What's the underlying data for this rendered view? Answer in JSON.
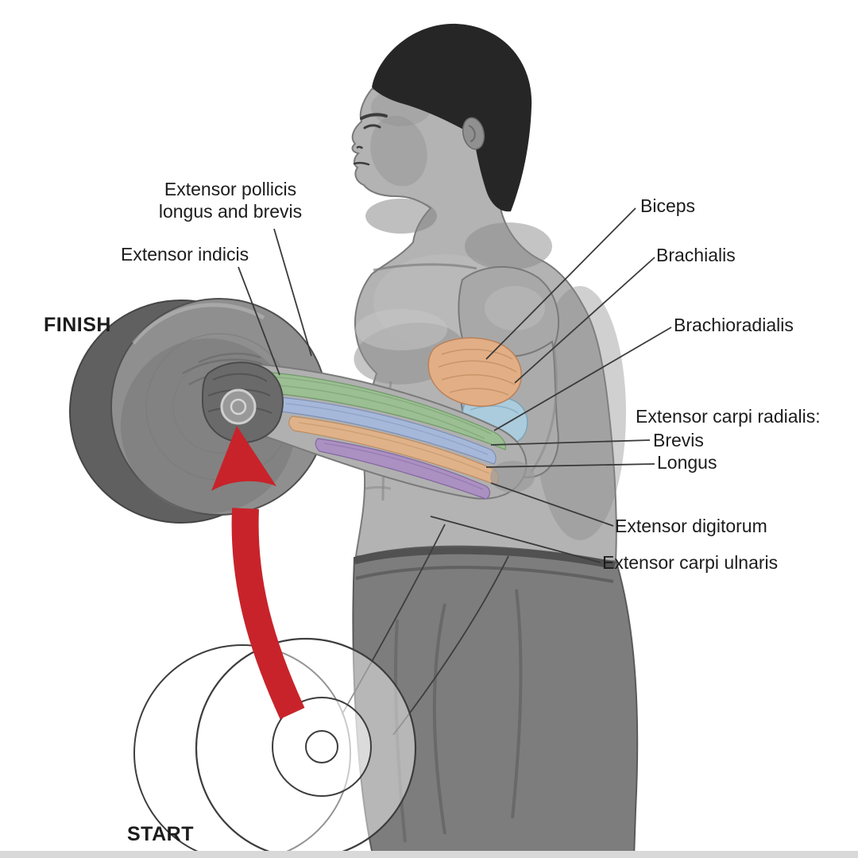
{
  "labels": {
    "finish": "FINISH",
    "start": "START",
    "extensor_pollicis": "Extensor pollicis\nlongus and brevis",
    "extensor_indicis": "Extensor indicis",
    "biceps": "Biceps",
    "brachialis": "Brachialis",
    "brachioradialis": "Brachioradialis",
    "extensor_carpi_radialis_header": "Extensor carpi radialis:",
    "extensor_carpi_radialis_brevis": "Brevis",
    "extensor_carpi_radialis_longus": "Longus",
    "extensor_digitorum": "Extensor digitorum",
    "extensor_carpi_ulnaris": "Extensor carpi ulnaris"
  },
  "colors": {
    "arrow_red": "#c8232a",
    "biceps_highlight": "#e2ae85",
    "brachialis_highlight": "#aaccdd",
    "brachioradialis_highlight": "#9bbe92",
    "ecr_longus_highlight": "#a6b8da",
    "extensor_digitorum_highlight": "#e0b28a",
    "extensor_carpi_ulnaris_highlight": "#ab90c2"
  }
}
